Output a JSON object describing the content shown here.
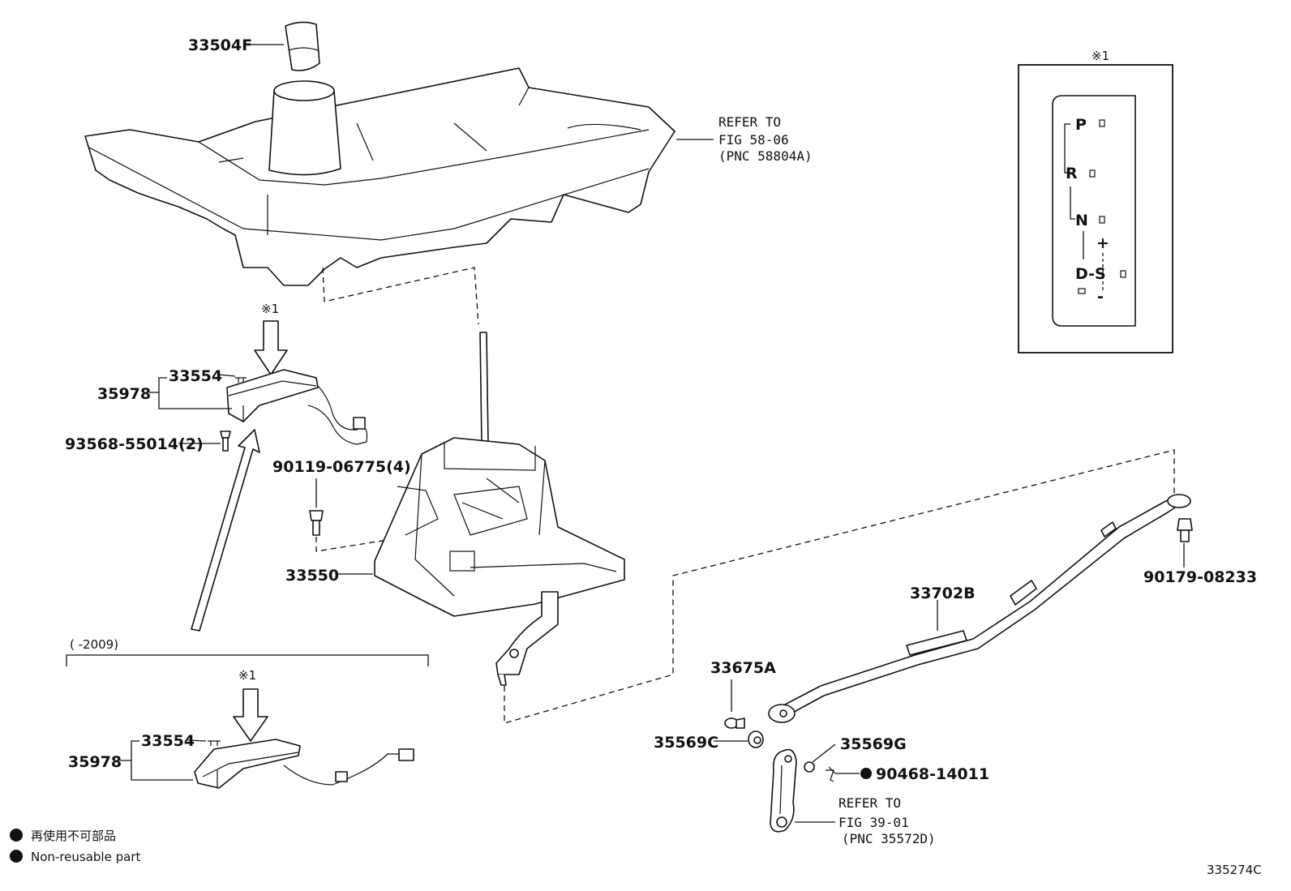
{
  "labels": {
    "knob": "33504F",
    "console_ref_line1": "REFER TO",
    "console_ref_line2": "FIG 58-06",
    "console_ref_line3": "(PNC 58804A)",
    "note_mark_top": "※1",
    "note_mark_left": "※1",
    "note_mark_bottom": "※1",
    "indicator_upper": "33554",
    "indicator_upper_group": "35978",
    "screw": "93568-55014(2)",
    "bolt": "90119-06775(4)",
    "shift_assembly": "33550",
    "nut_right": "90179-08233",
    "cable": "33702B",
    "clip": "33675A",
    "bushing_left": "35569C",
    "bushing_right": "35569G",
    "pin": "90468-14011",
    "lever_ref_line1": "REFER TO",
    "lever_ref_line2": "FIG 39-01",
    "lever_ref_line3": "(PNC 35572D)",
    "indicator_lower": "33554",
    "indicator_lower_group": "35978",
    "year_range": "(    -2009)",
    "legend_jp": "再使用不可部品",
    "legend_en": "Non-reusable part",
    "figure_id": "335274C"
  },
  "gear_positions": [
    "P",
    "R",
    "N",
    "D-S",
    "+",
    "-"
  ],
  "colors": {
    "line": "#111111",
    "background": "#ffffff"
  }
}
